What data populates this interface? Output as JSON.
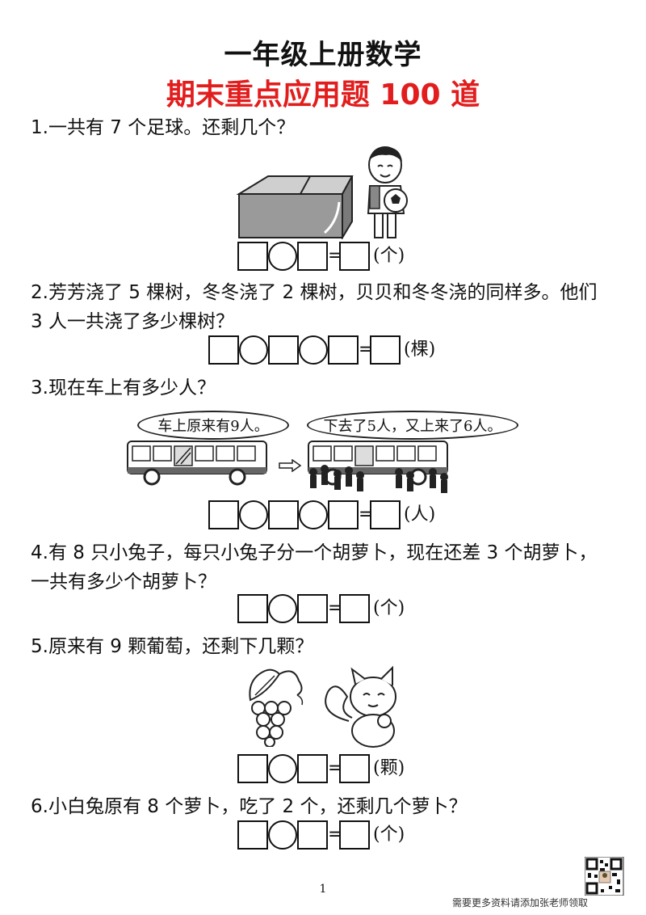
{
  "header": {
    "title": "一年级上册数学",
    "subtitle": "期末重点应用题 100 道"
  },
  "questions": [
    {
      "text": "1.一共有 7 个足球。还剩几个？",
      "unit": "(个)"
    },
    {
      "text": "2.芳芳浇了 5 棵树，冬冬浇了 2 棵树，贝贝和冬冬浇的同样多。他们",
      "text2": "3 人一共浇了多少棵树？",
      "unit": "(棵)"
    },
    {
      "text": "3.现在车上有多少人？",
      "bubble_left": "车上原来有9人。",
      "bubble_right": "下去了5人，又上来了6人。",
      "unit": "(人)"
    },
    {
      "text": "4.有 8 只小兔子，每只小兔子分一个胡萝卜，现在还差 3 个胡萝卜，",
      "text2": "一共有多少个胡萝卜？",
      "unit": "(个)"
    },
    {
      "text": "5.原来有 9 颗葡萄，还剩下几颗？",
      "unit": "(颗)"
    },
    {
      "text": "6.小白兔原有 8 个萝卜，吃了 2 个，还剩几个萝卜？",
      "unit": "(个)"
    }
  ],
  "equals_sign": "=",
  "footer": {
    "page_number": "1",
    "note": "需要更多资料请添加张老师领取"
  },
  "colors": {
    "title_red": "#e21d1d",
    "ink": "#111111"
  },
  "icons": [
    "box-icon",
    "boy-with-football-icon",
    "bus-icon",
    "arrow-right-icon",
    "grapes-icon",
    "squirrel-icon",
    "qr-code-icon"
  ]
}
